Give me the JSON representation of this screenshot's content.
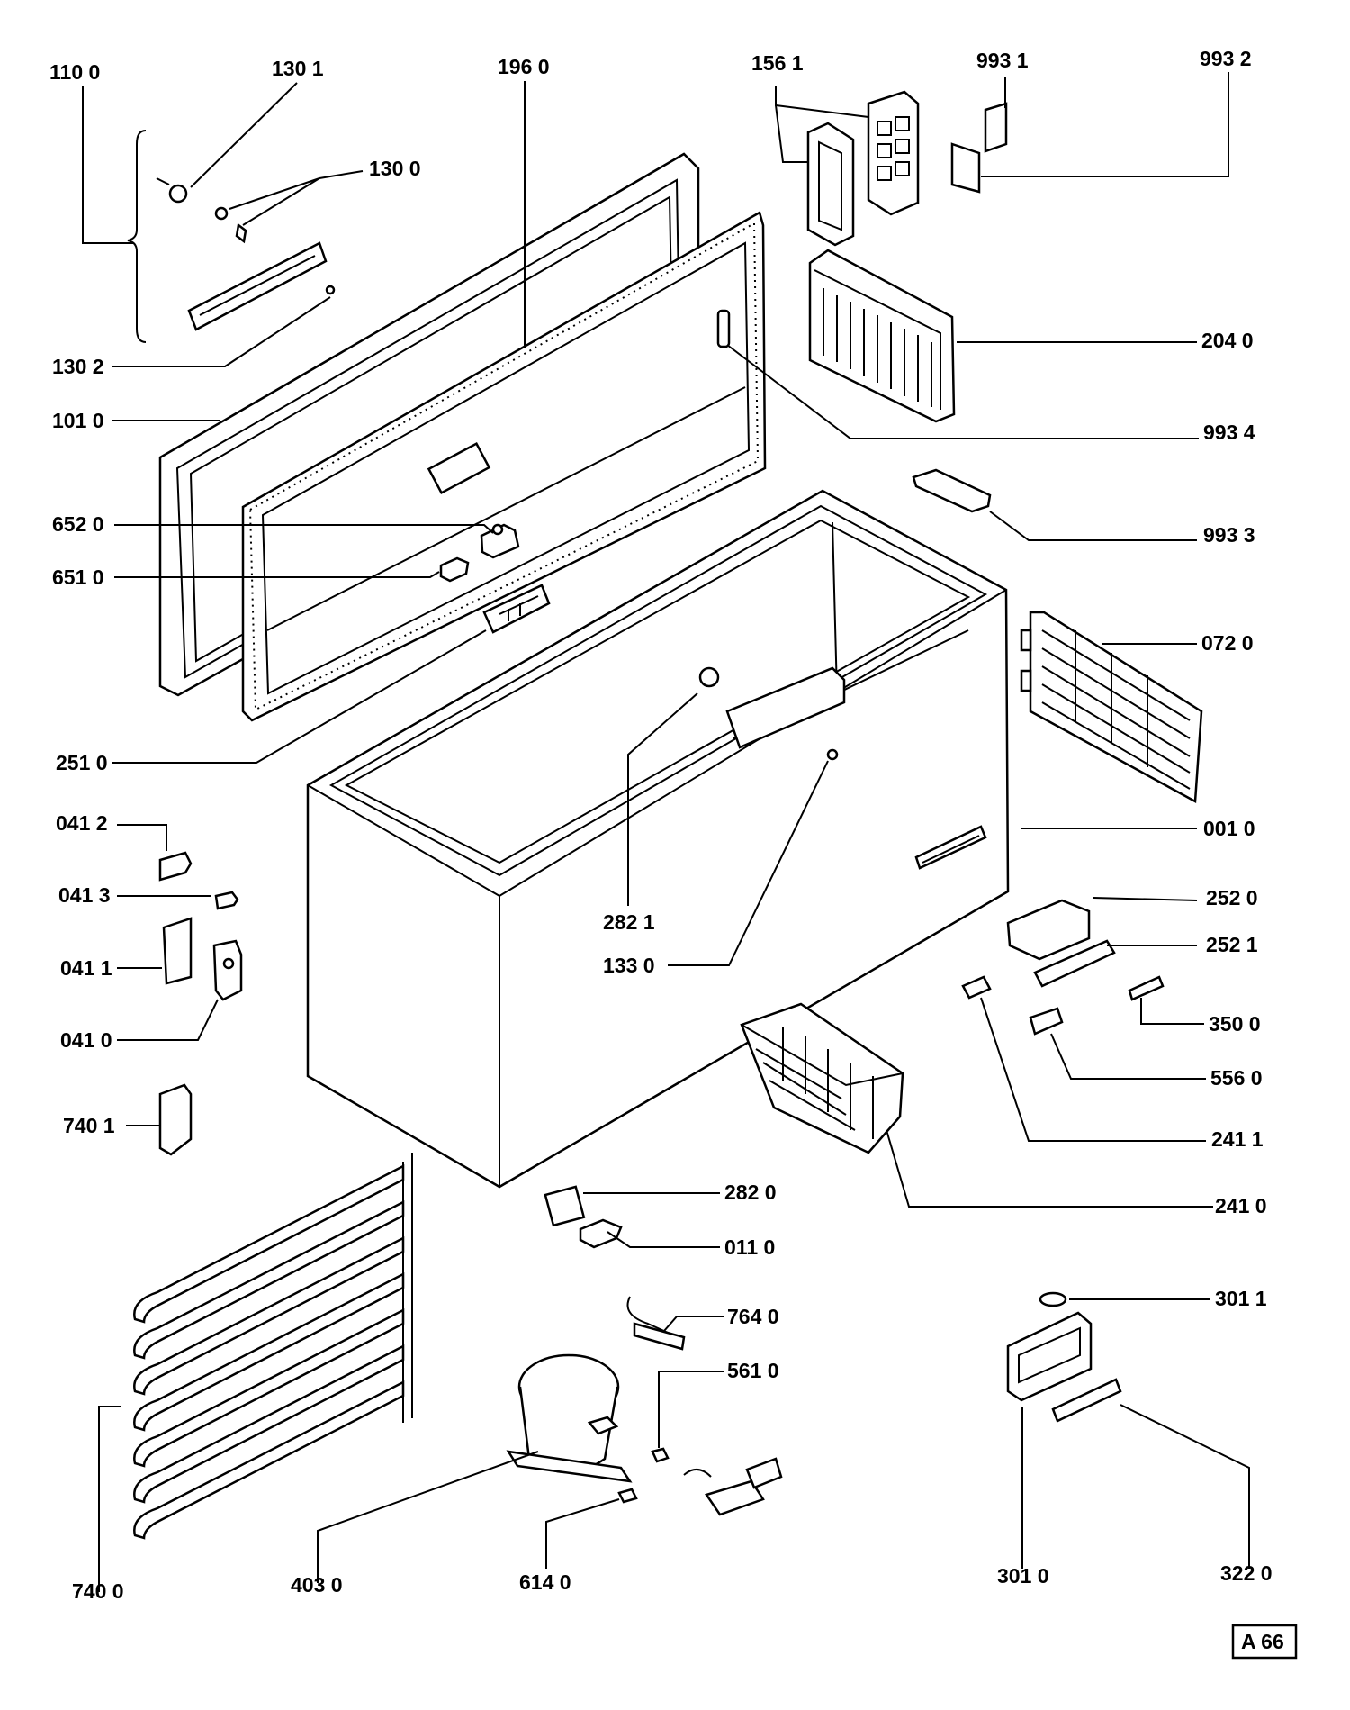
{
  "callouts": [
    "110 0",
    "130 1",
    "196 0",
    "156 1",
    "993 1",
    "993 2",
    "130 0",
    "204 0",
    "130 2",
    "101 0",
    "993 4",
    "993 3",
    "652 0",
    "651 0",
    "072 0",
    "251 0",
    "041 2",
    "001 0",
    "041 3",
    "252 0",
    "041 1",
    "282 1",
    "252 1",
    "133 0",
    "350 0",
    "041 0",
    "556 0",
    "740 1",
    "241 1",
    "241 0",
    "282 0",
    "011 0",
    "301 1",
    "764 0",
    "561 0",
    "740 0",
    "403 0",
    "614 0",
    "301 0",
    "322 0"
  ],
  "sheet_code": "A 66"
}
